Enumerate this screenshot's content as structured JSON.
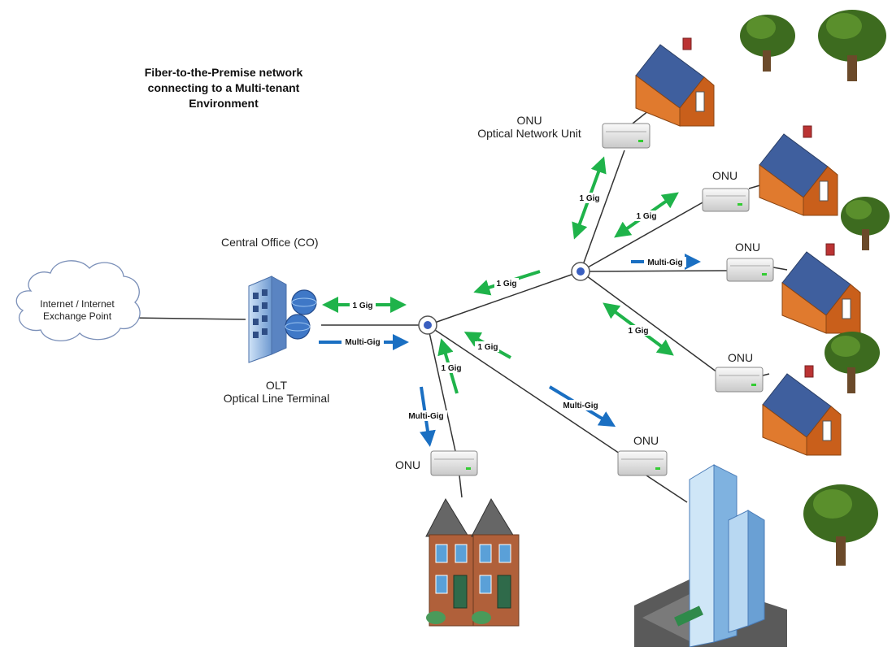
{
  "title": "Fiber-to-the-Premise network connecting to a Multi-tenant Environment",
  "labels": {
    "cloud_line1": "Internet / Internet",
    "cloud_line2": "Exchange Point",
    "central_office": "Central Office (CO)",
    "olt_short": "OLT",
    "olt_long": "Optical Line Terminal",
    "onu_short": "ONU",
    "onu_long": "Optical Network Unit"
  },
  "link_tags": {
    "one_gig": "1 Gig",
    "multi_gig": "Multi-Gig"
  },
  "colors": {
    "one_gig_arrow": "#1fb34a",
    "multi_gig_arrow": "#1a6fc2",
    "fiber_line": "#333333",
    "splitter": "#3a5fc0",
    "house_wall": "#e07a2e",
    "house_roof": "#3f5f9e",
    "tree": "#3d6b1f"
  }
}
